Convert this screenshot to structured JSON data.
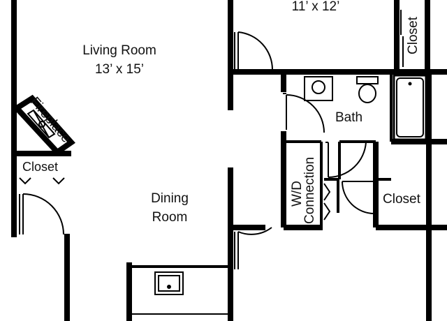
{
  "plan": {
    "colors": {
      "wall": "#000000",
      "background": "#ffffff",
      "text": "#111111"
    },
    "rooms": {
      "bedroom_dims": "11’ x 12’",
      "bedroom_closet": "Closet",
      "living_room": "Living Room",
      "living_room_dims": "13’ x 15’",
      "fireplace": "Fireplace",
      "entry_closet": "Closet",
      "bath": "Bath",
      "wd_line1": "W/D",
      "wd_line2": "Connection",
      "hall_closet": "Closet",
      "dining_line1": "Dining",
      "dining_line2": "Room"
    }
  }
}
